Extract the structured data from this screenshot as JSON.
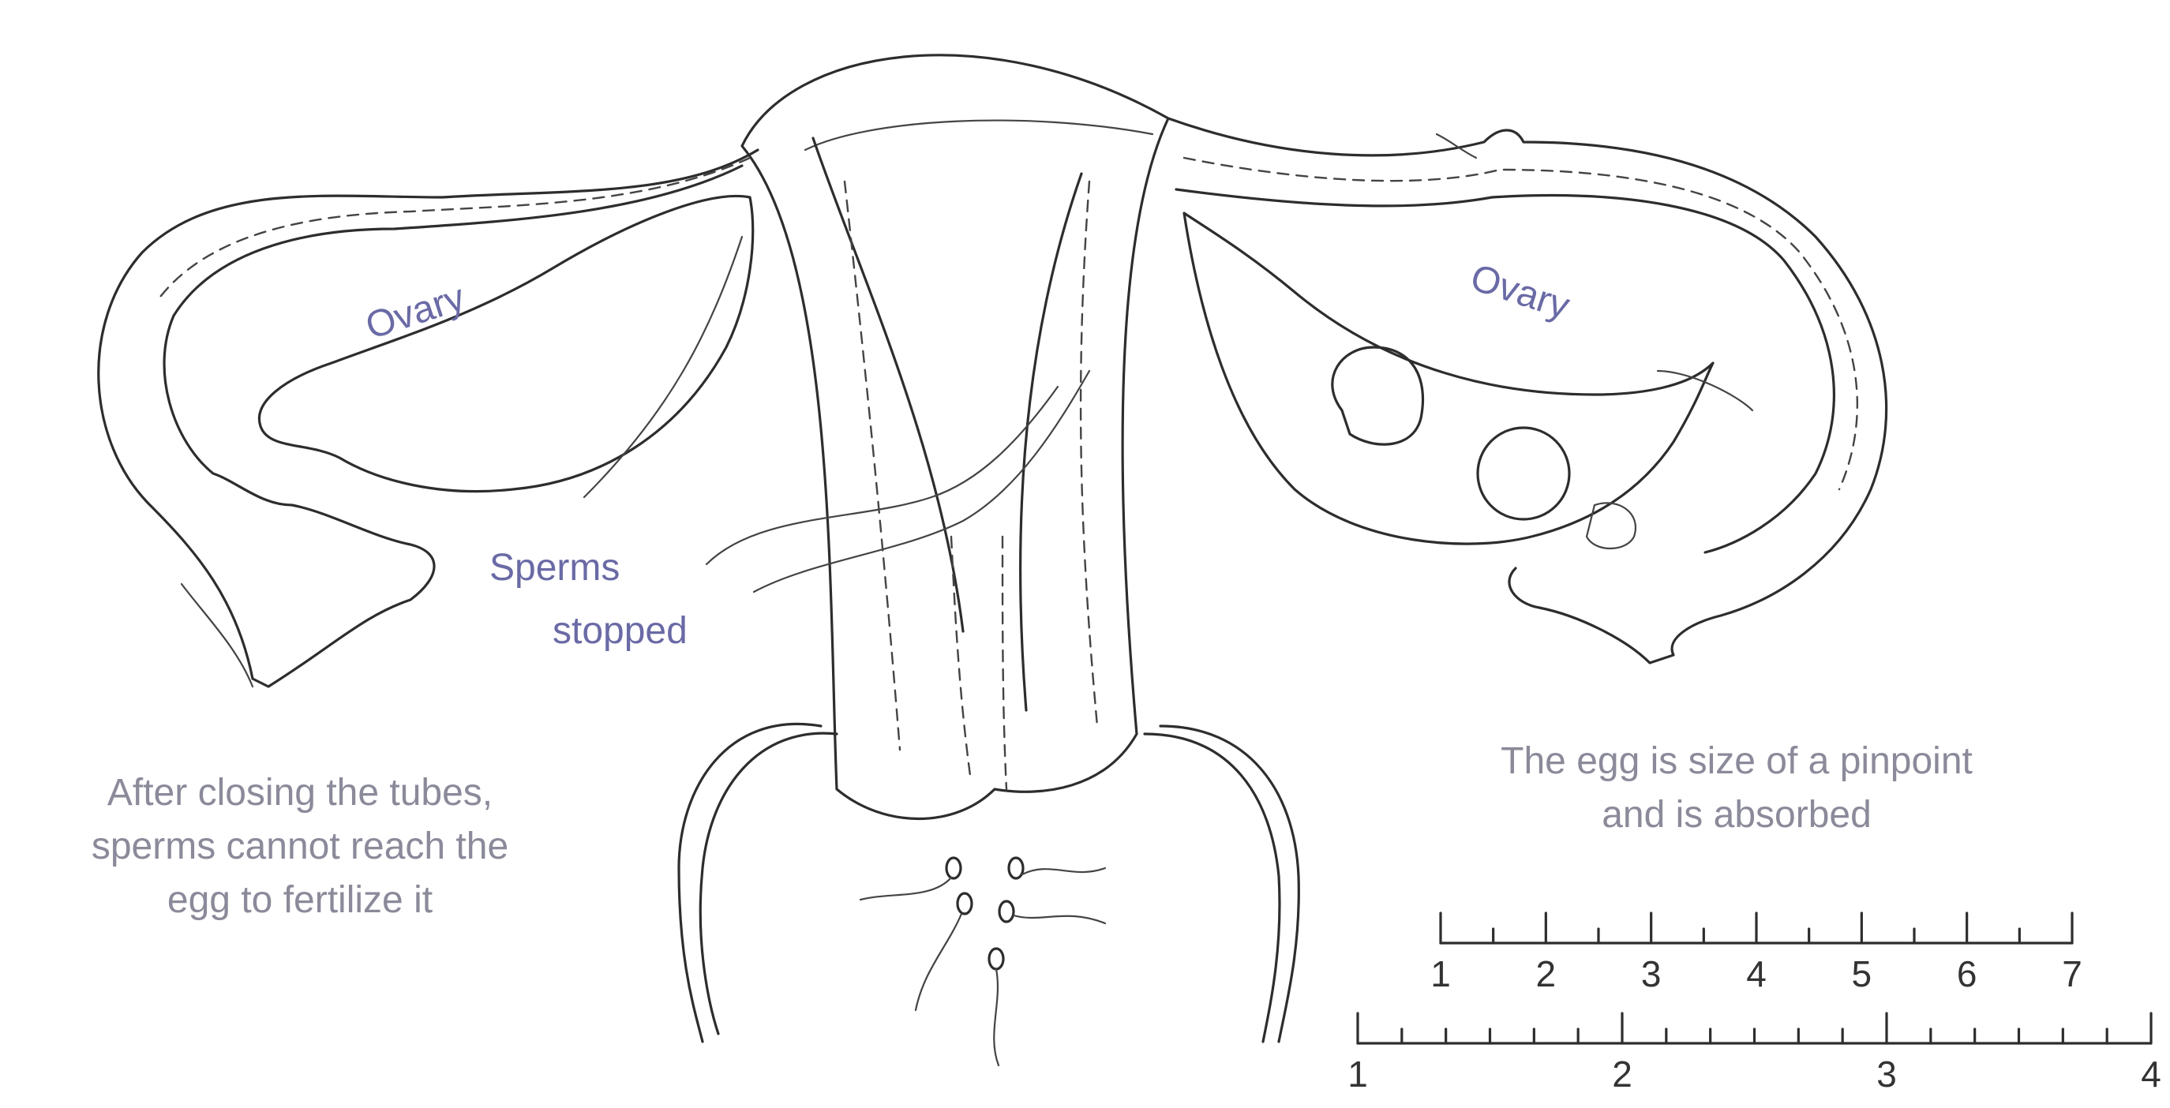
{
  "labels": {
    "ovary_left": "Ovary",
    "ovary_right": "Ovary",
    "sperms_line1": "Sperms",
    "sperms_line2": "stopped",
    "caption_left": [
      "After closing the tubes,",
      "sperms cannot reach the",
      "egg to fertilize it"
    ],
    "caption_right": [
      "The egg is size of a pinpoint",
      "and is absorbed"
    ]
  },
  "scales": {
    "top": {
      "ticks": [
        "1",
        "2",
        "3",
        "4",
        "5",
        "6",
        "7"
      ]
    },
    "bottom": {
      "ticks": [
        "1",
        "2",
        "3",
        "4"
      ]
    }
  }
}
